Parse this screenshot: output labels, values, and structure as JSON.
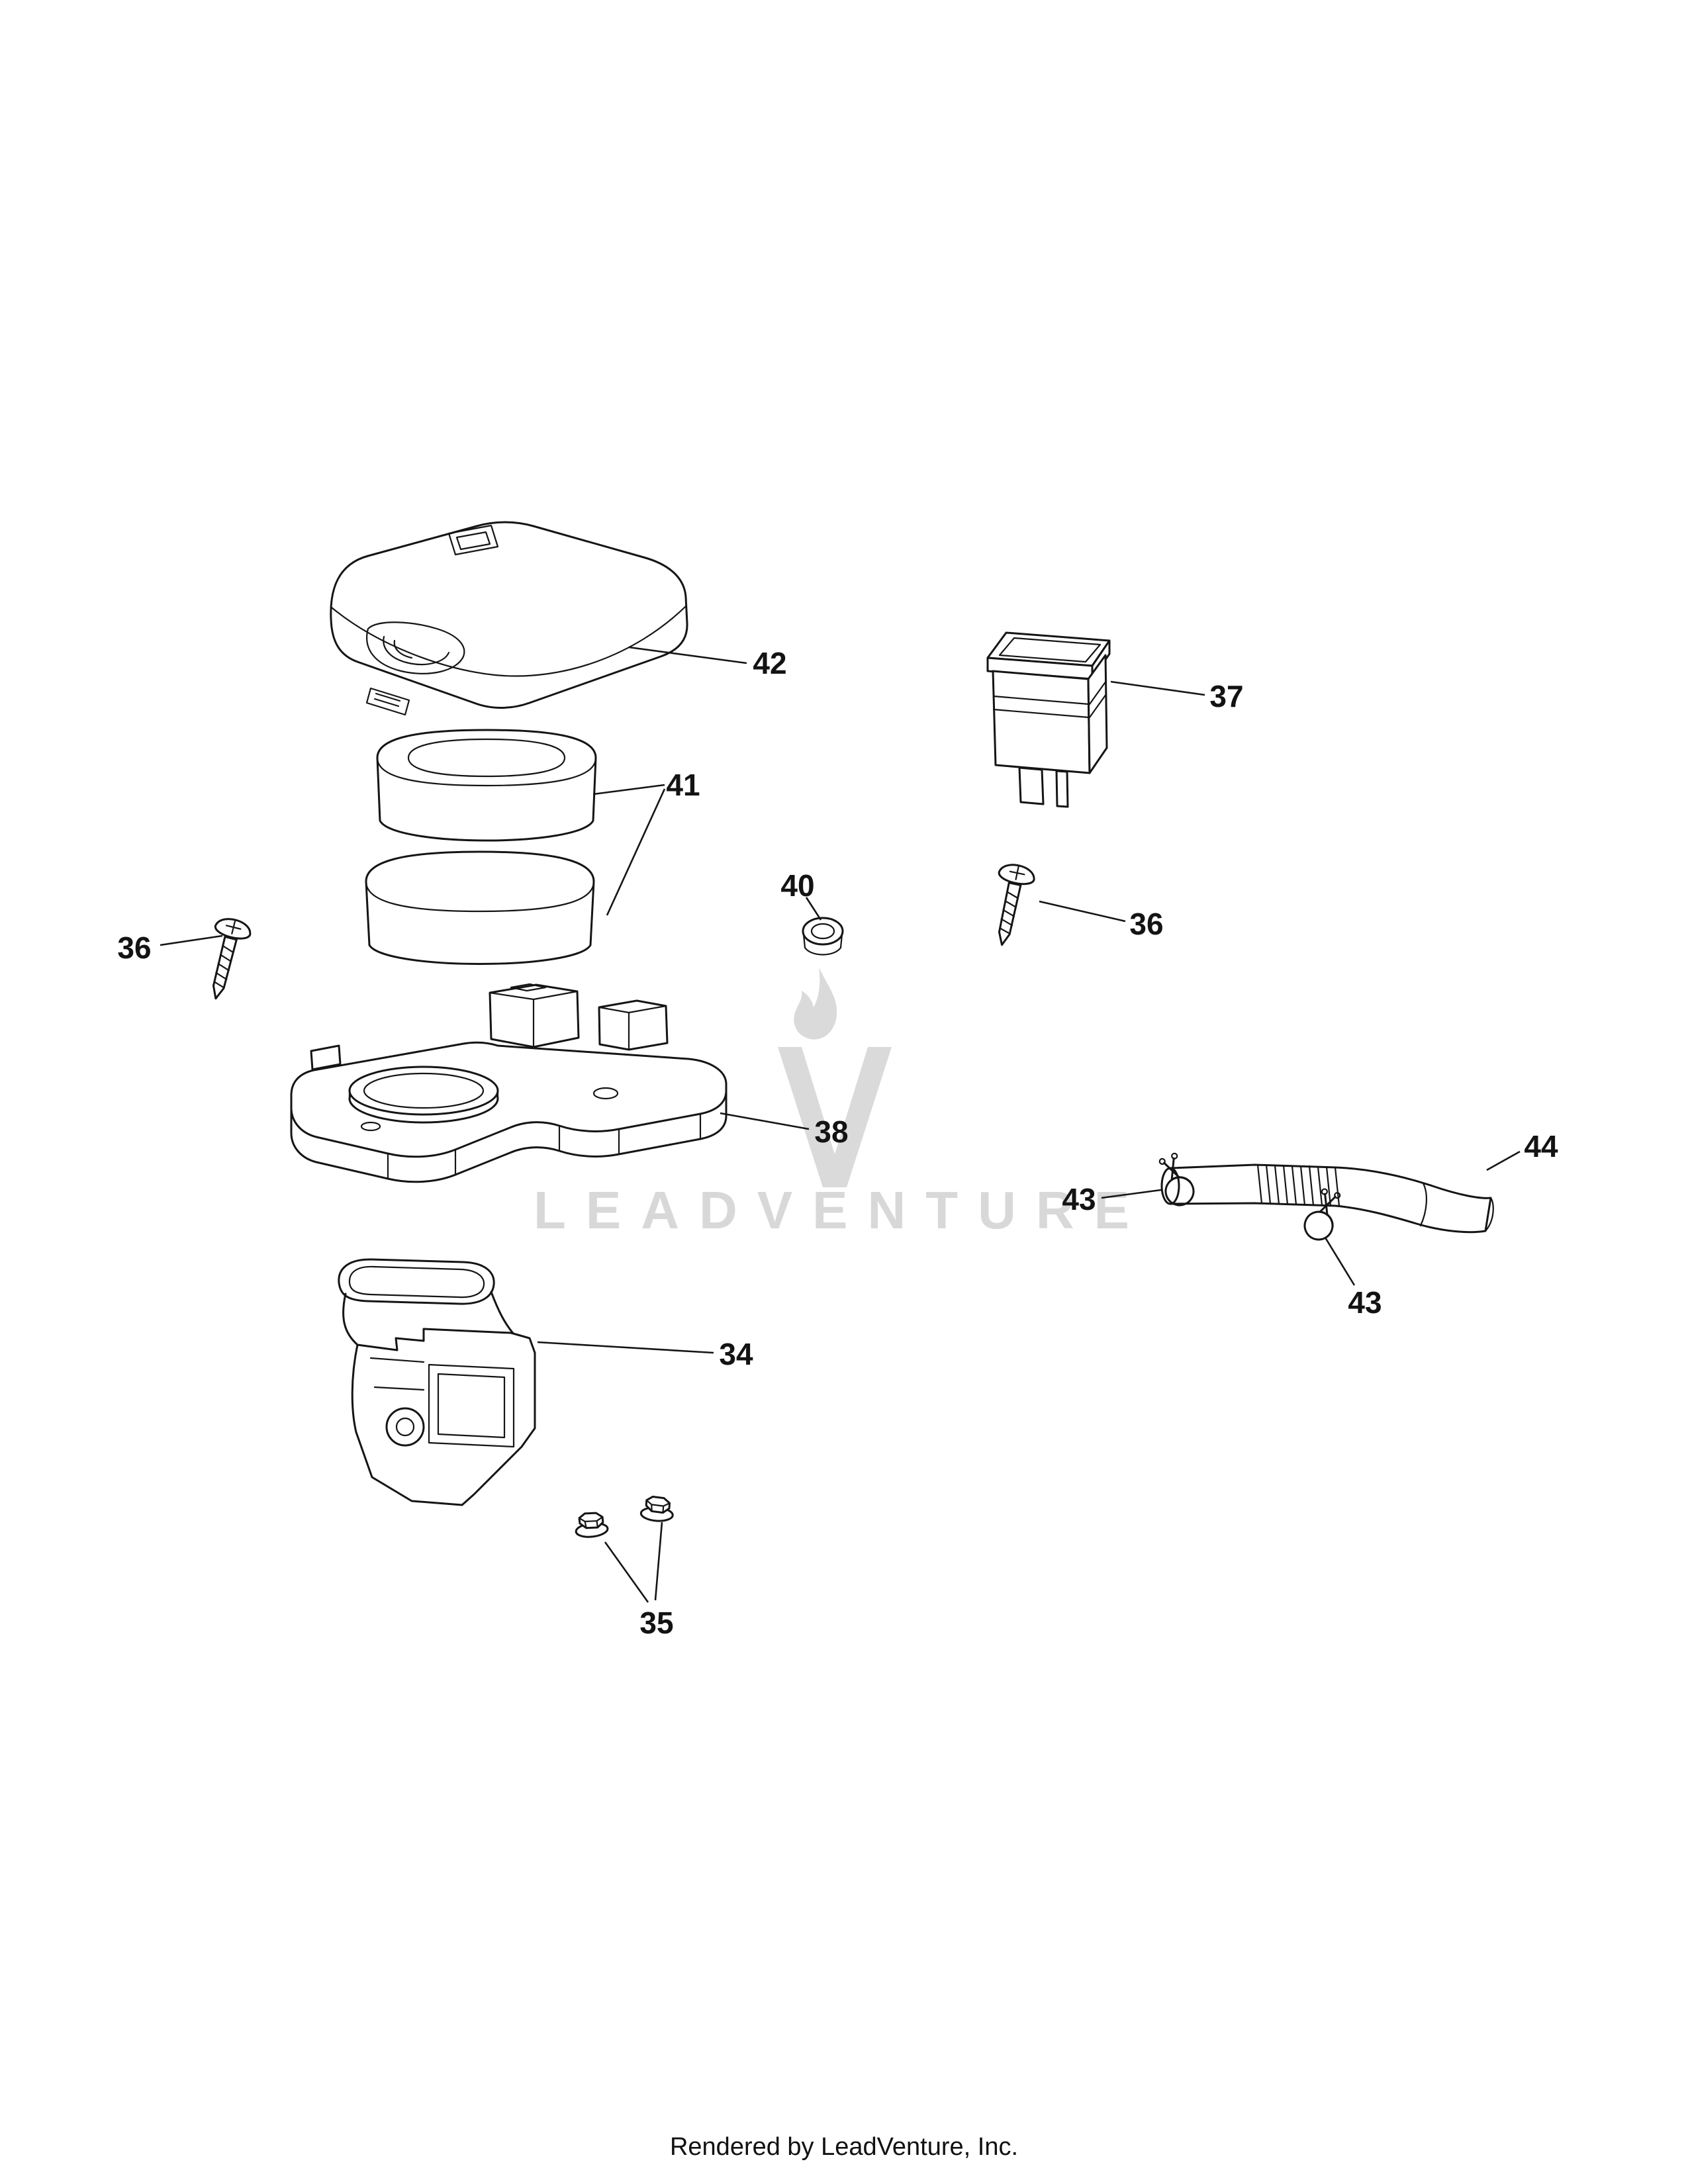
{
  "watermark": {
    "text": "LEADVENTURE"
  },
  "footer": {
    "text": "Rendered by LeadVenture, Inc."
  },
  "callouts": [
    {
      "label": "42"
    },
    {
      "label": "41"
    },
    {
      "label": "40"
    },
    {
      "label": "37"
    },
    {
      "label": "36"
    },
    {
      "label": "36"
    },
    {
      "label": "38"
    },
    {
      "label": "34"
    },
    {
      "label": "35"
    },
    {
      "label": "43"
    },
    {
      "label": "43"
    },
    {
      "label": "44"
    }
  ]
}
